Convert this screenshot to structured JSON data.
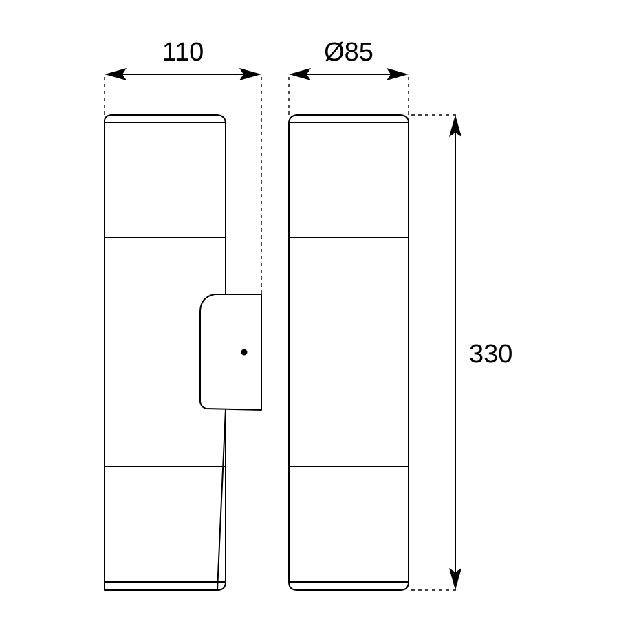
{
  "dimensions": {
    "width_label": "110",
    "diameter_label": "Ø85",
    "height_label": "330"
  },
  "colors": {
    "line": "#000000",
    "background": "#ffffff"
  }
}
